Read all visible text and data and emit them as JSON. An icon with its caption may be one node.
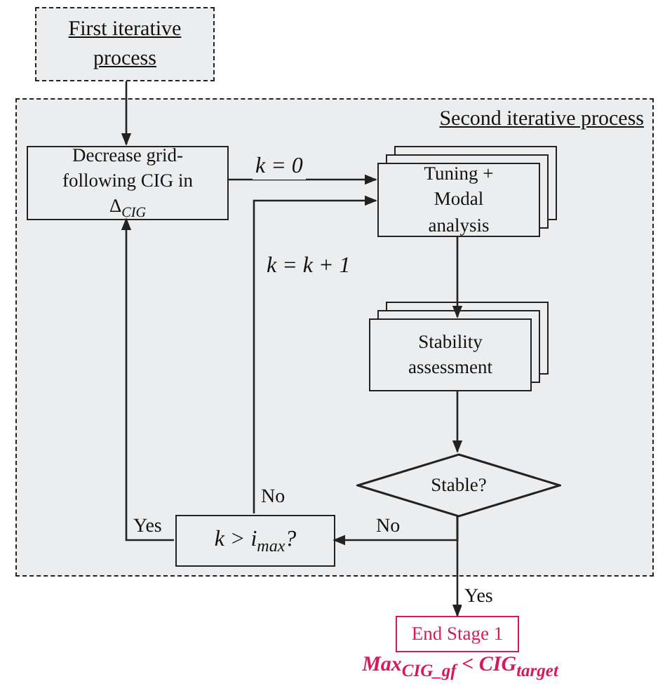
{
  "diagram": {
    "nodes": [
      {
        "text": [
          "First iterative process"
        ]
      },
      {
        "text": [
          "Second iterative process"
        ]
      },
      {
        "text": [
          "Decrease grid-following CIG in Δ$_{CIG}$"
        ],
        "in": 1
      },
      {
        "text": [
          "Tuning + Modal analysis"
        ],
        "in": 1
      },
      {
        "text": [
          "Stability assessment"
        ],
        "in": 1
      },
      {
        "text": [
          "Stable?"
        ],
        "in": 1
      },
      {
        "text": [
          "k > i$_{max}$?"
        ],
        "in": 1
      },
      {
        "text": [
          "End Stage 1"
        ],
        "beside": [
          "Max$_{CIG_gf}$ < CIG$_{target}$"
        ]
      }
    ],
    "edges": [
      {
        "from": 0,
        "to": 2,
        "arrow": "to"
      },
      {
        "from": 2,
        "to": 3,
        "arrow": "to",
        "label": "k = 0"
      },
      {
        "from": 6,
        "to": 3,
        "arrow": "to",
        "label": "No"
      },
      {
        "from": 3,
        "to": 4,
        "arrow": "to"
      },
      {
        "from": 4,
        "to": 5,
        "arrow": "to"
      },
      {
        "from": 5,
        "to": 6,
        "arrow": "to",
        "label": "No"
      },
      {
        "from": 6,
        "to": 2,
        "arrow": "to",
        "label": "Yes"
      },
      {
        "from": 5,
        "to": 7,
        "arrow": "to",
        "label": "Yes"
      }
    ],
    "labels": [
      "k = k + 1"
    ]
  }
}
